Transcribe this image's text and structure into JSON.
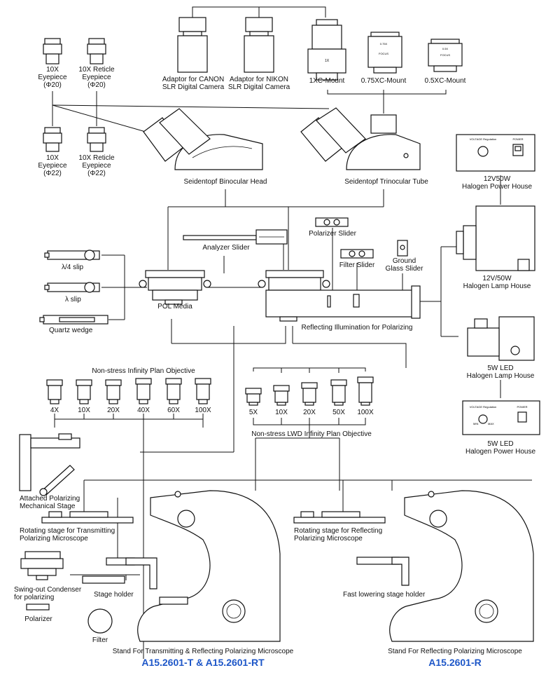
{
  "labels": {
    "adaptor_canon": "Adaptor for CANON\nSLR Digital Camera",
    "adaptor_nikon": "Adaptor for NIKON\nSLR Digital Camera",
    "mount_1x": "1XC-Mount",
    "mount_075x": "0.75XC-Mount",
    "mount_05x": "0.5XC-Mount",
    "eyepiece_10x_20": "10X\nEyepiece\n(Φ20)",
    "reticle_10x_20": "10X Reticle\nEyepiece\n(Φ20)",
    "eyepiece_10x_22": "10X\nEyepiece\n(Φ22)",
    "reticle_10x_22": "10X Reticle\nEyepiece\n(Φ22)",
    "binocular_head": "Seidentopf Binocular Head",
    "trinocular_tube": "Seidentopf Trinocular Tube",
    "power_12v50w": "12V50W\nHalogen Power House",
    "lamp_12v50w": "12V/50W\nHalogen Lamp House",
    "led_lamp_5w": "5W LED\nHalogen Lamp House",
    "led_power_5w": "5W LED\nHalogen Power House",
    "analyzer_slider": "Analyzer Slider",
    "polarizer_slider": "Polarizer Slider",
    "filter_slider": "Filter Slider",
    "ground_glass_slider": "Ground\nGlass Slider",
    "quarter_lambda_slip": "λ/4 slip",
    "lambda_slip": "λ slip",
    "quartz_wedge": "Quartz wedge",
    "pol_media": "POL Media",
    "reflecting_illumination": "Reflecting Illumination for Polarizing",
    "plan_objective_title": "Non-stress Infinity Plan Objective",
    "lwd_objective_title": "Non-stress LWD Infinity Plan Objective",
    "attached_stage": "Attached Polarizing\nMechanical Stage",
    "rotating_stage_trans": "Rotating stage for Transmitting\nPolarizing Microscope",
    "rotating_stage_refl": "Rotating stage for Reflecting\nPolarizing Microscope",
    "swing_out_condenser": "Swing-out Condenser\nfor polarizing",
    "stage_holder": "Stage holder",
    "fast_lowering_holder": "Fast lowering stage holder",
    "polarizer": "Polarizer",
    "filter": "Filter",
    "stand_trans_refl": "Stand For Transmitting & Reflecting Polarizing Microscope",
    "stand_refl": "Stand For Reflecting Polarizing Microscope",
    "model_trans_refl": "A15.2601-T & A15.2601-RT",
    "model_refl": "A15.2601-R"
  },
  "part_text": {
    "mount_1x_marking": "1X",
    "mount_075x_marking": "0.75X",
    "mount_05x_marking": "0.5X",
    "focus_marking": "FOCUS",
    "voltage_marking": "VOLTAGE\nRegulation",
    "power_marking": "POWER",
    "min_marking": "MIN",
    "max_marking": "MAX"
  },
  "plan_objectives": [
    "4X",
    "10X",
    "20X",
    "40X",
    "60X",
    "100X"
  ],
  "lwd_objectives": [
    "5X",
    "10X",
    "20X",
    "50X",
    "100X"
  ],
  "colors": {
    "model_text": "#1e57c8",
    "ink": "#111111"
  }
}
